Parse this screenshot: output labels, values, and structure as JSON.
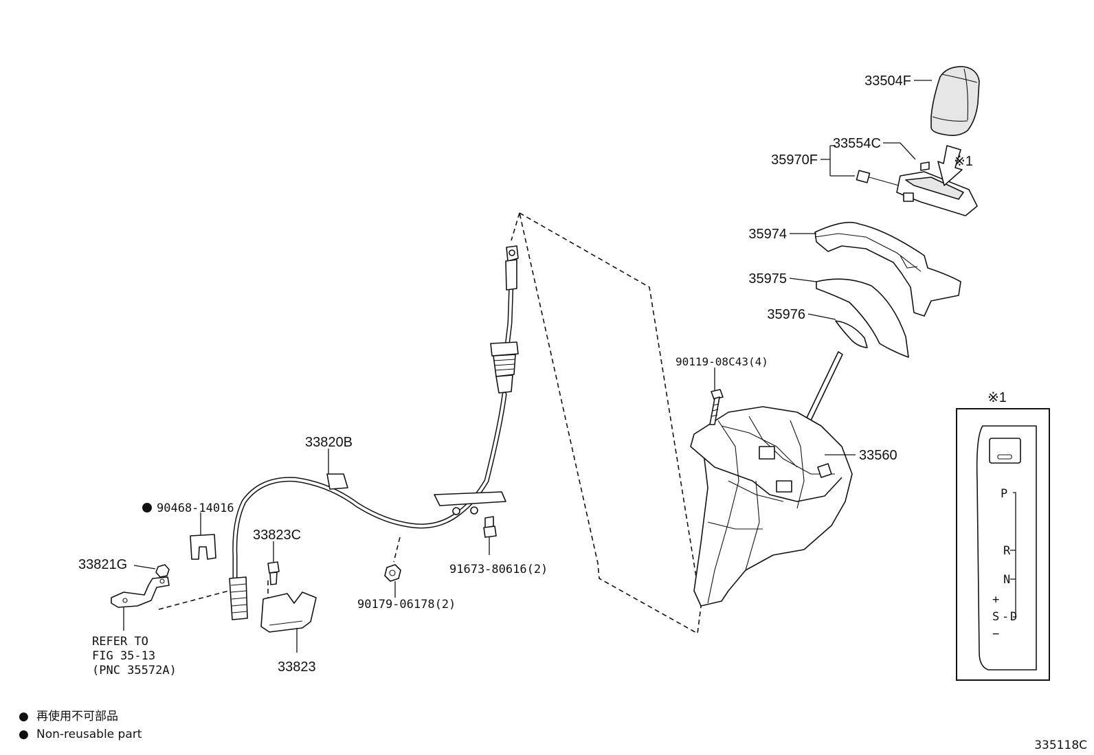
{
  "parts": {
    "p33504F": "33504F",
    "p33554C": "33554C",
    "p35970F": "35970F",
    "p35974": "35974",
    "p35975": "35975",
    "p35976": "35976",
    "p90119": "90119-08C43(4)",
    "p33560": "33560",
    "p33820B": "33820B",
    "p90468": "90468-14016",
    "p33823C": "33823C",
    "p33821G": "33821G",
    "p91673": "91673-80616(2)",
    "p90179": "90179-06178(2)",
    "p33823": "33823"
  },
  "refer": {
    "line1": "REFER TO",
    "line2": "FIG 35-13",
    "line3": "(PNC 35572A)"
  },
  "note_mark": "※1",
  "detail_view": {
    "mark": "※1",
    "pos_p": "P",
    "pos_r": "R",
    "pos_n": "N",
    "pos_d": "D",
    "pos_s": "S",
    "pos_plus": "+",
    "pos_minus": "−",
    "pos_dash": "-"
  },
  "legend": {
    "bullet": "●",
    "japanese": "再使用不可部品",
    "english": "Non-reusable part"
  },
  "figure_id": "335118C"
}
